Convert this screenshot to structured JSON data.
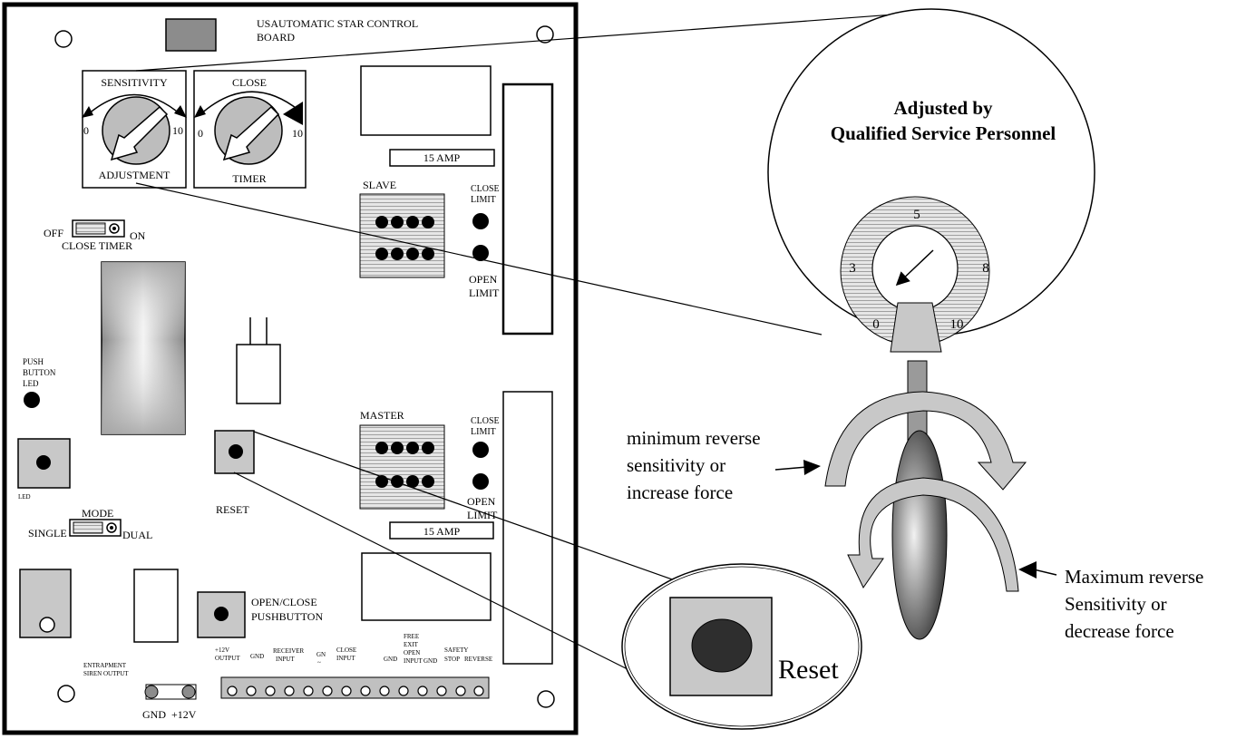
{
  "board": {
    "title_line1": "USAUTOMATIC STAR CONTROL",
    "title_line2": "BOARD"
  },
  "sensitivity_dial": {
    "top_label": "SENSITIVITY",
    "bottom_label": "ADJUSTMENT",
    "min_label": "0",
    "max_label": "10"
  },
  "timer_dial": {
    "top_label": "CLOSE",
    "bottom_label": "TIMER",
    "min_label": "0",
    "max_label": "10"
  },
  "fuses": {
    "top": "15 AMP",
    "bottom": "15 AMP"
  },
  "slave": {
    "label": "SLAVE",
    "close_limit_1": "CLOSE",
    "close_limit_2": "LIMIT",
    "open_limit_1": "OPEN",
    "open_limit_2": "LIMIT"
  },
  "master": {
    "label": "MASTER",
    "close_limit_1": "CLOSE",
    "close_limit_2": "LIMIT",
    "open_limit_1": "OPEN",
    "open_limit_2": "LIMIT"
  },
  "close_timer_switch": {
    "off": "OFF",
    "on": "ON",
    "caption": "CLOSE TIMER"
  },
  "mode_switch": {
    "caption": "MODE",
    "single": "SINGLE",
    "dual": "DUAL"
  },
  "push_button_led": {
    "line1": "PUSH",
    "line2": "BUTTON",
    "line3": "LED"
  },
  "led_label": "LED",
  "reset_label": "RESET",
  "pushbutton": {
    "line1": "OPEN/CLOSE",
    "line2": "PUSHBUTTON"
  },
  "siren": {
    "line1": "ENTRAPMENT",
    "line2": "SIREN OUTPUT"
  },
  "power_terminals": "GND  +12V",
  "terminals": {
    "t12v_1": "+12V",
    "t12v_2": "OUTPUT",
    "gnd1": "GND",
    "receiver_1": "RECEIVER",
    "receiver_2": "INPUT",
    "gn_1": "GN",
    "gn_2": "~",
    "close_1": "CLOSE",
    "close_2": "INPUT",
    "gnd2": "GND",
    "free_1": "FREE",
    "free_2": "EXIT",
    "free_3": "OPEN",
    "free_4": "INPUT",
    "gnd3": "GND",
    "safety_1": "SAFETY",
    "safety_2": "STOP",
    "reverse": "REVERSE"
  },
  "magnifier": {
    "line1": "Adjusted by",
    "line2": "Qualified Service Personnel",
    "dial_top": "5",
    "dial_left": "3",
    "dial_right": "8",
    "dial_bottom_left": "0",
    "dial_bottom_right": "10"
  },
  "min_reverse": {
    "line1": "minimum reverse",
    "line2": "sensitivity or",
    "line3": "increase force"
  },
  "max_reverse": {
    "line1": "Maximum reverse",
    "line2": "Sensitivity or",
    "line3": "decrease force"
  },
  "reset_callout": "Reset"
}
